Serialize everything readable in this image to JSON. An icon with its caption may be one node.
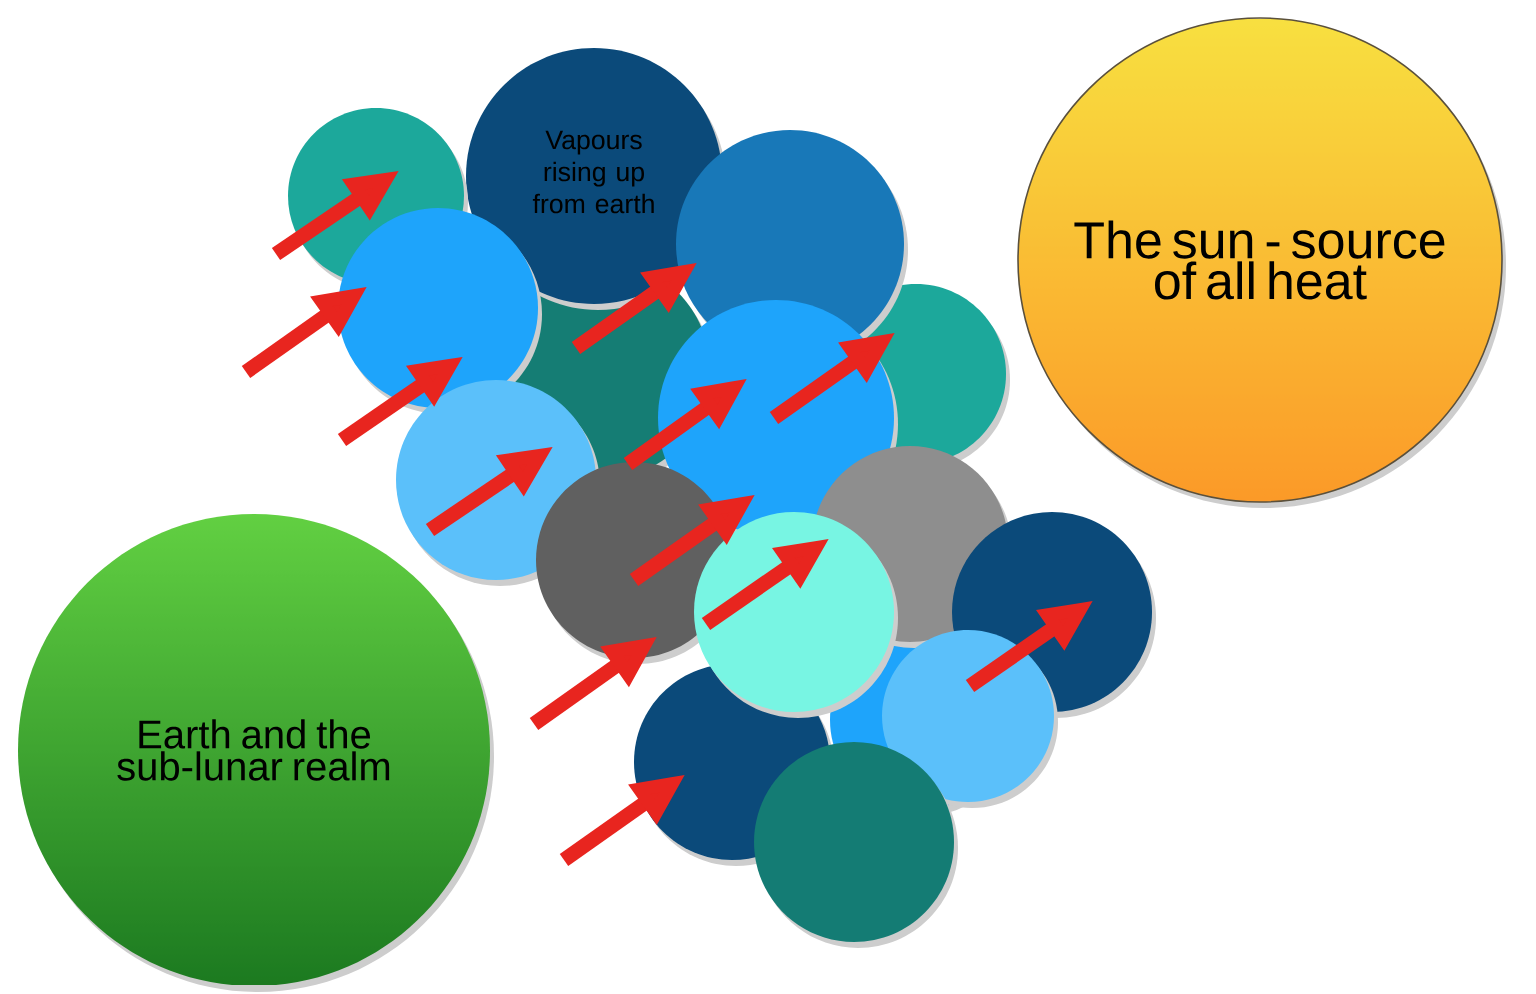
{
  "diagram": {
    "nodes": [
      {
        "text": [
          "Vapours rising up from earth"
        ]
      },
      {
        "text": [
          "The sun - source of all heat"
        ]
      },
      {
        "text": [
          "Earth and the sub-lunar realm"
        ]
      }
    ]
  }
}
